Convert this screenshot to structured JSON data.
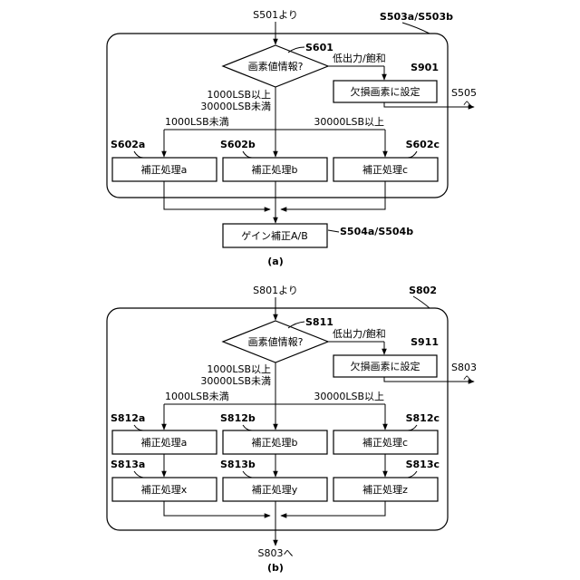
{
  "a": {
    "from": "S501より",
    "region_tag": "S503a/S503b",
    "decision_id": "S601",
    "decision_text": "画素値情報?",
    "low_output_label": "低出力/飽和",
    "defect_id": "S901",
    "defect_text": "欠損画素に設定",
    "to_next": "S505",
    "to_next_arrow": "へ",
    "mid_range_1": "1000LSB以上",
    "mid_range_2": "30000LSB未満",
    "below_label": "1000LSB未満",
    "above_label": "30000LSB以上",
    "proc_ids": [
      "S602a",
      "S602b",
      "S602c"
    ],
    "proc_texts": [
      "補正処理a",
      "補正処理b",
      "補正処理c"
    ],
    "gain_text": "ゲイン補正A/B",
    "gain_id": "S504a/S504b",
    "caption": "(a)"
  },
  "b": {
    "from": "S801より",
    "region_tag": "S802",
    "decision_id": "S811",
    "decision_text": "画素値情報?",
    "low_output_label": "低出力/飽和",
    "defect_id": "S911",
    "defect_text": "欠損画素に設定",
    "to_next": "S803",
    "to_next_arrow": "へ",
    "mid_range_1": "1000LSB以上",
    "mid_range_2": "30000LSB未満",
    "below_label": "1000LSB未満",
    "above_label": "30000LSB以上",
    "proc_ids": [
      "S812a",
      "S812b",
      "S812c"
    ],
    "proc_texts": [
      "補正処理a",
      "補正処理b",
      "補正処理c"
    ],
    "proc2_ids": [
      "S813a",
      "S813b",
      "S813c"
    ],
    "proc2_texts": [
      "補正処理x",
      "補正処理y",
      "補正処理z"
    ],
    "exit_text": "S803へ",
    "caption": "(b)"
  }
}
